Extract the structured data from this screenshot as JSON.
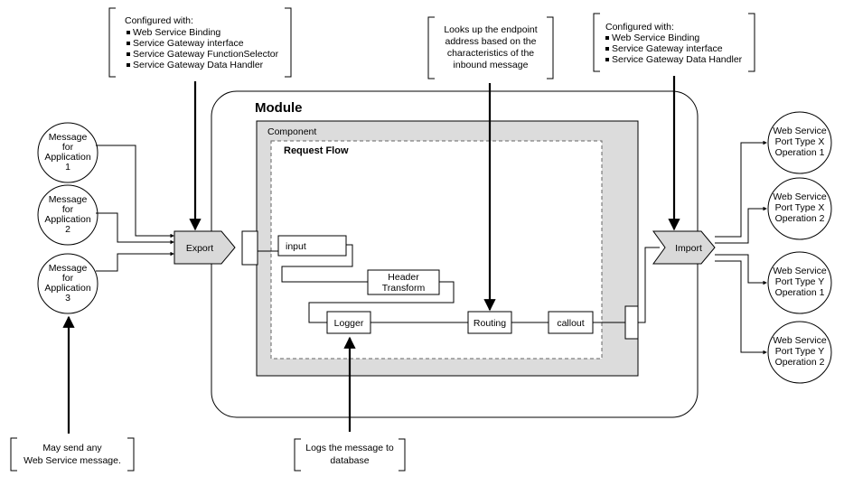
{
  "callouts": {
    "export_config": {
      "heading": "Configured with:",
      "items": [
        "Web Service Binding",
        "Service Gateway interface",
        "Service Gateway FunctionSelector",
        "Service Gateway Data Handler"
      ]
    },
    "routing_note": {
      "lines": [
        "Looks up the endpoint",
        "address based on the",
        "characteristics of the",
        "inbound message"
      ]
    },
    "import_config": {
      "heading": "Configured with:",
      "items": [
        "Web Service Binding",
        "Service Gateway interface",
        "Service Gateway Data Handler"
      ]
    },
    "send_note": {
      "lines": [
        "May send any",
        "Web Service message."
      ]
    },
    "logger_note": {
      "lines": [
        "Logs the message to",
        "database"
      ]
    }
  },
  "module": {
    "label": "Module"
  },
  "component": {
    "label": "Component"
  },
  "request_flow": {
    "label": "Request Flow"
  },
  "nodes": {
    "input": "input",
    "header_transform": [
      "Header",
      "Transform"
    ],
    "logger": "Logger",
    "routing": "Routing",
    "callout": "callout"
  },
  "export": {
    "label": "Export"
  },
  "import": {
    "label": "Import"
  },
  "messages": [
    {
      "lines": [
        "Message",
        "for",
        "Application",
        "1"
      ]
    },
    {
      "lines": [
        "Message",
        "for",
        "Application",
        "2"
      ]
    },
    {
      "lines": [
        "Message",
        "for",
        "Application",
        "3"
      ]
    }
  ],
  "services": [
    {
      "lines": [
        "Web Service",
        "Port Type X",
        "Operation 1"
      ]
    },
    {
      "lines": [
        "Web Service",
        "Port Type X",
        "Operation 2"
      ]
    },
    {
      "lines": [
        "Web Service",
        "Port Type Y",
        "Operation 1"
      ]
    },
    {
      "lines": [
        "Web Service",
        "Port Type Y",
        "Operation 2"
      ]
    }
  ],
  "colors": {
    "component_fill": "#dcdcdc",
    "export_fill": "#d9d9d9",
    "line": "#000000",
    "background": "#ffffff"
  }
}
